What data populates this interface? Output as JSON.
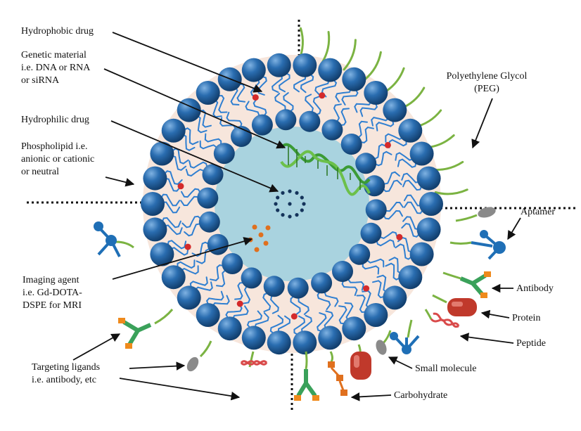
{
  "colors": {
    "bead": "#1f5f9e",
    "bead_highlight": "#6fa3d6",
    "tail": "#2f7fd1",
    "shell": "#f7e6dc",
    "core": "#a9d3df",
    "drug_red": "#d42a2a",
    "drug_navy": "#14335a",
    "imaging_orange": "#e0701e",
    "peg_green": "#7bb342",
    "dna_green": "#3b9b35",
    "antibody_green": "#3aa15a",
    "antibody_orange": "#ef8a1c",
    "protein_red": "#c0392b",
    "peptide_red": "#d94a4a",
    "small_molecule_gray": "#8a8a8a",
    "aptamer_blue": "#1f6fb6",
    "arrow": "#111111"
  },
  "labels": {
    "hydrophobic_drug": [
      "Hydrophobic drug"
    ],
    "genetic_material": [
      "Genetic material",
      "i.e. DNA or RNA",
      "or siRNA"
    ],
    "hydrophilic_drug": [
      "Hydrophilic drug"
    ],
    "phospholipid": [
      "Phospholipid i.e.",
      "anionic or cationic",
      "or neutral"
    ],
    "imaging_agent": [
      "Imaging agent",
      "i.e. Gd-DOTA-",
      "DSPE for MRI"
    ],
    "targeting_ligands": [
      "Targeting ligands",
      "i.e. antibody, etc"
    ],
    "peg": [
      "Polyethylene Glycol",
      "(PEG)"
    ],
    "aptamer": [
      "Aptamer"
    ],
    "antibody": [
      "Antibody"
    ],
    "protein": [
      "Protein"
    ],
    "peptide": [
      "Peptide"
    ],
    "small_molecule": [
      "Small molecule"
    ],
    "carbohydrate": [
      "Carbohydrate"
    ]
  }
}
